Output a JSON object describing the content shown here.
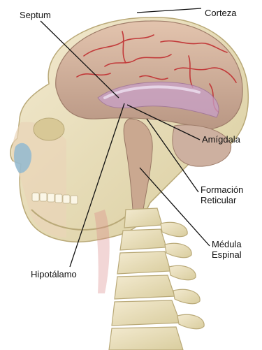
{
  "labels": {
    "septum": "Septum",
    "corteza": "Corteza",
    "amigdala": "Amígdala",
    "formacion_line1": "Formación",
    "formacion_line2": "Reticular",
    "medula_line1": "Médula",
    "medula_line2": "Espinal",
    "hipotalamo": "Hipotálamo"
  },
  "colors": {
    "background": "#ffffff",
    "bone": "#eee3b8",
    "brain": "#d9b8a4",
    "brain_vessel": "#c23a3a",
    "limbic": "#c8a0c8",
    "leader_line": "#111111",
    "label_text": "#111111"
  }
}
